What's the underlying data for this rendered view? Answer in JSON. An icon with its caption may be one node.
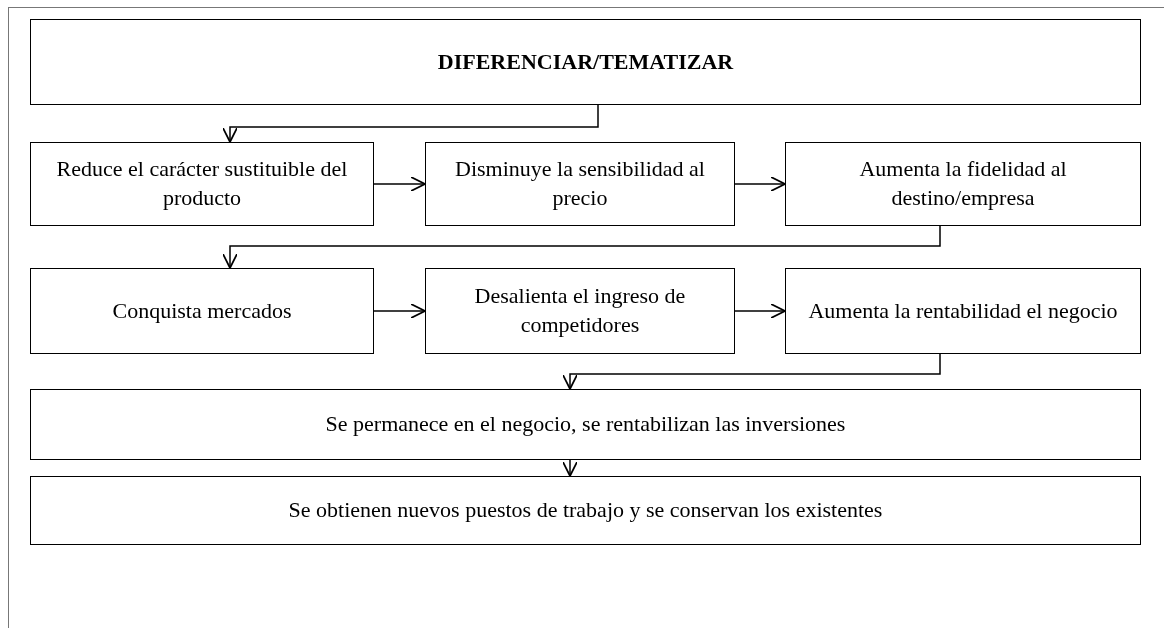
{
  "diagram": {
    "nodes": [
      {
        "text": [
          "DIFERENCIAR/TEMATIZAR"
        ]
      },
      {
        "text": [
          "Reduce el carácter sustituible del producto"
        ]
      },
      {
        "text": [
          "Disminuye la sensibilidad al precio"
        ]
      },
      {
        "text": [
          "Aumenta la fidelidad al destino/empresa"
        ]
      },
      {
        "text": [
          "Conquista mercados"
        ]
      },
      {
        "text": [
          "Desalienta el ingreso de competidores"
        ]
      },
      {
        "text": [
          "Aumenta la rentabilidad el negocio"
        ]
      },
      {
        "text": [
          "Se permanece en el negocio, se rentabilizan las inversiones"
        ]
      },
      {
        "text": [
          "Se obtienen nuevos puestos de trabajo y se conservan los existentes"
        ]
      }
    ],
    "edges": [
      {
        "from": 0,
        "to": 1,
        "arrow": "to"
      },
      {
        "from": 1,
        "to": 2,
        "arrow": "to"
      },
      {
        "from": 2,
        "to": 3,
        "arrow": "to"
      },
      {
        "from": 3,
        "to": 4,
        "arrow": "to"
      },
      {
        "from": 4,
        "to": 5,
        "arrow": "to"
      },
      {
        "from": 5,
        "to": 6,
        "arrow": "to"
      },
      {
        "from": 6,
        "to": 7,
        "arrow": "to"
      },
      {
        "from": 7,
        "to": 8,
        "arrow": "to"
      }
    ]
  }
}
